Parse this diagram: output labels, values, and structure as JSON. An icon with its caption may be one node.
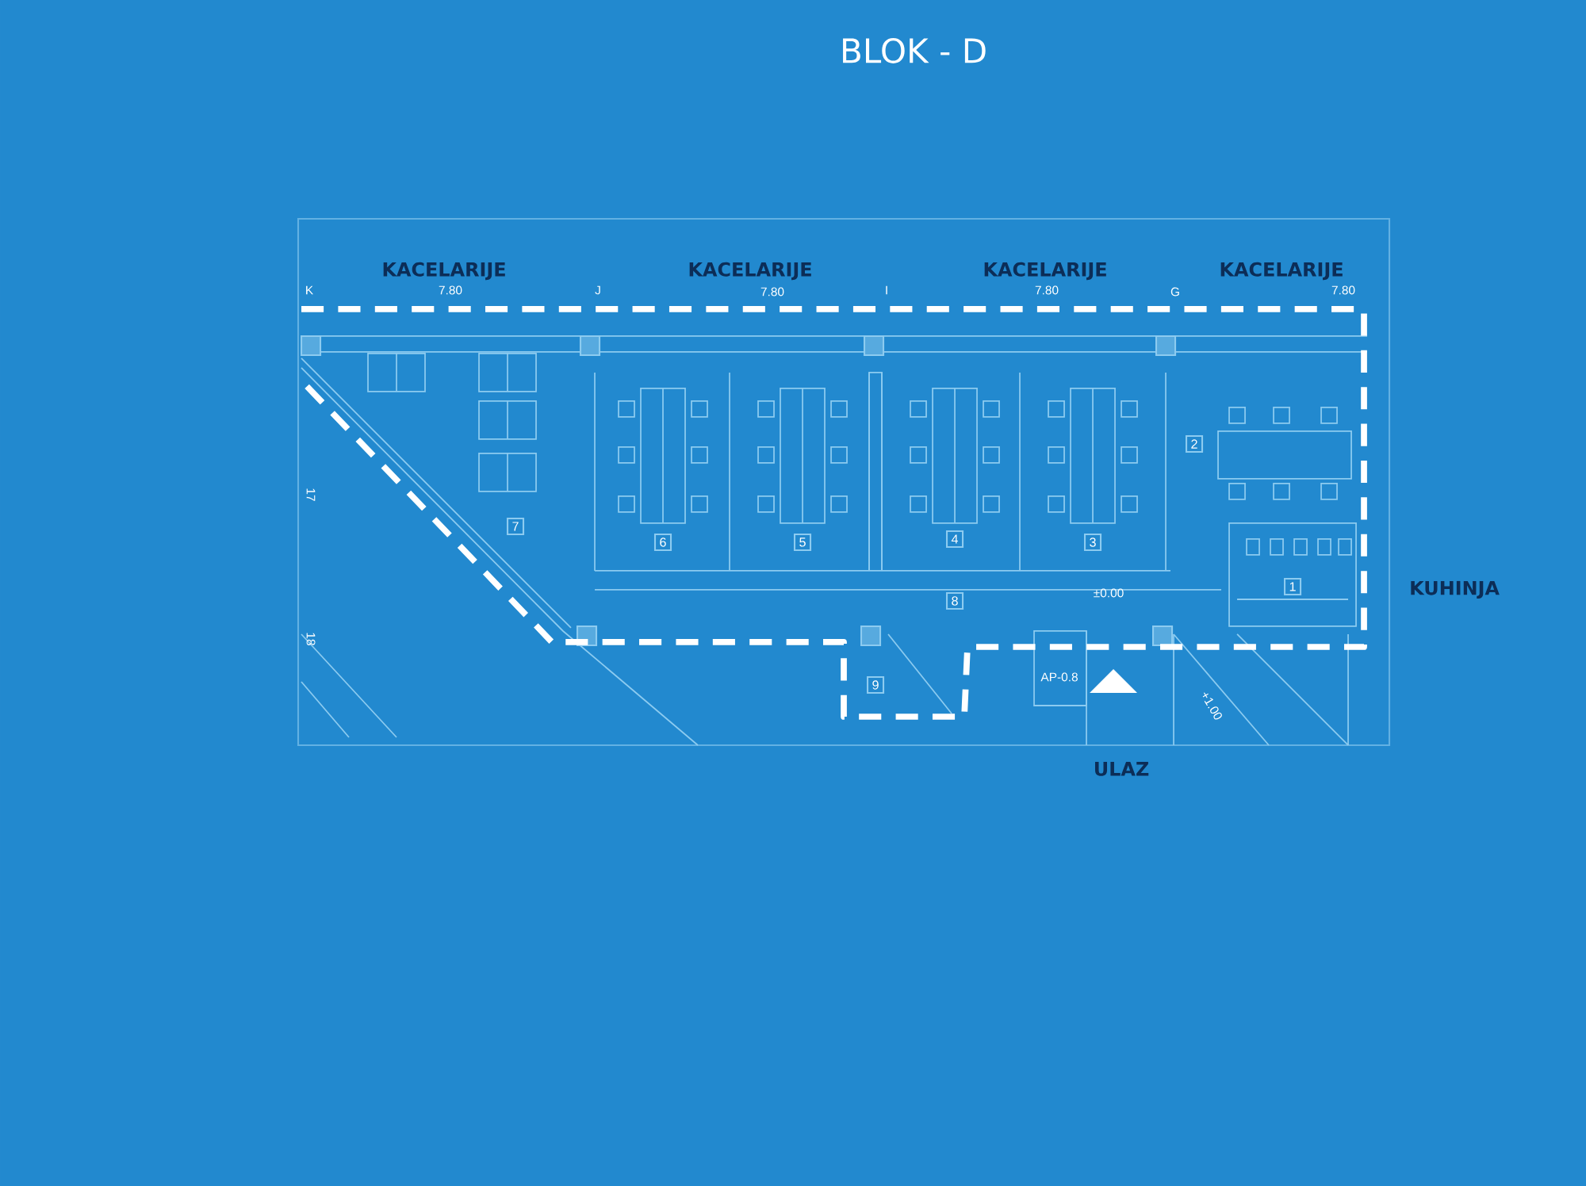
{
  "diagram": {
    "title": "BLOK - D",
    "nodes": [
      {
        "text": [
          "1"
        ]
      },
      {
        "text": [
          "2"
        ]
      },
      {
        "text": [
          "3"
        ]
      },
      {
        "text": [
          "4"
        ]
      },
      {
        "text": [
          "5"
        ]
      },
      {
        "text": [
          "6"
        ]
      },
      {
        "text": [
          "7"
        ]
      },
      {
        "text": [
          "8"
        ]
      },
      {
        "text": [
          "9"
        ]
      }
    ],
    "labels": [
      "KACELARIJE",
      "KACELARIJE",
      "KACELARIJE",
      "KACELARIJE",
      "K",
      "7.80",
      "J",
      "7.80",
      "I",
      "7.80",
      "G",
      "7.80",
      "17",
      "KUHINJA",
      "±0.00",
      "18",
      "AP-0.8",
      "+1.00",
      "ULAZ"
    ]
  }
}
